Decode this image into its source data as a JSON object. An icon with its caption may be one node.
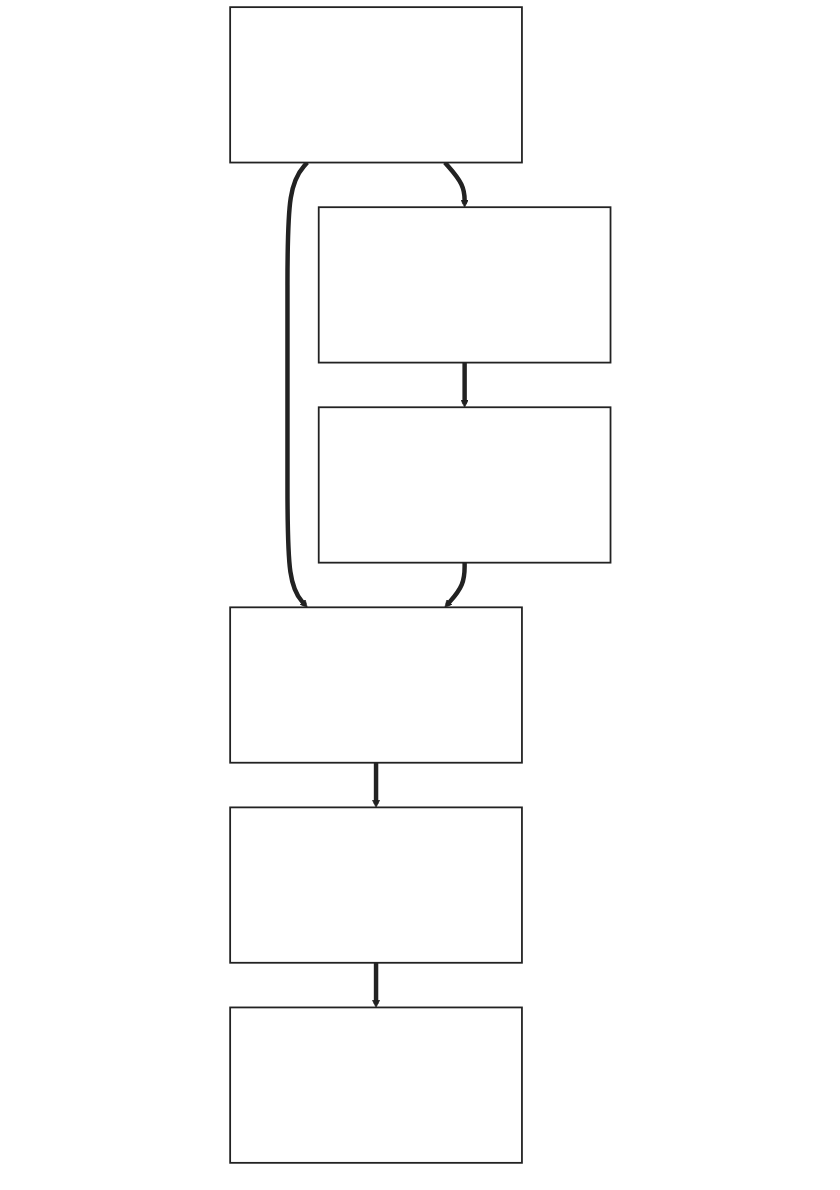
{
  "diagram": {
    "nodes": [
      {
        "text": [],
        "shape": "box"
      },
      {
        "text": [],
        "shape": "box"
      },
      {
        "text": [],
        "shape": "box"
      },
      {
        "text": [],
        "shape": "box"
      },
      {
        "text": [],
        "shape": "box"
      },
      {
        "text": [],
        "shape": "box"
      }
    ],
    "edges": [
      {
        "from": 0,
        "to": 1,
        "arrow": "to"
      },
      {
        "from": 0,
        "to": 3,
        "arrow": "to"
      },
      {
        "from": 1,
        "to": 2,
        "arrow": "to"
      },
      {
        "from": 2,
        "to": 3,
        "arrow": "to"
      },
      {
        "from": 3,
        "to": 4,
        "arrow": "to"
      },
      {
        "from": 4,
        "to": 5,
        "arrow": "to"
      }
    ]
  }
}
